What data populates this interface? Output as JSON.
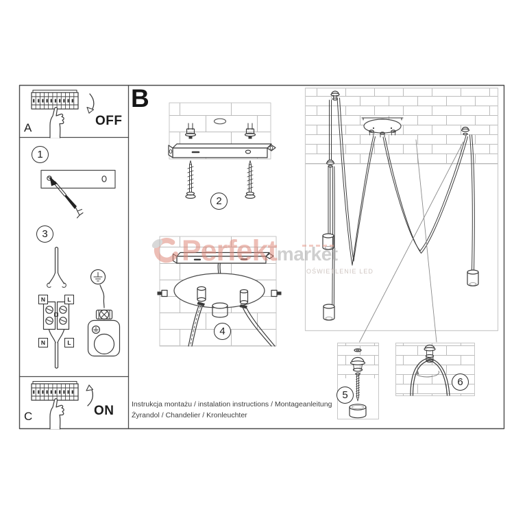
{
  "panel_a": {
    "label": "A",
    "state": "OFF"
  },
  "panel_c": {
    "label": "C",
    "state": "ON"
  },
  "section_label": "B",
  "steps": [
    {
      "number": "1"
    },
    {
      "number": "2"
    },
    {
      "number": "3"
    },
    {
      "number": "4"
    },
    {
      "number": "5"
    },
    {
      "number": "6"
    }
  ],
  "wiring": {
    "top_left": "N",
    "top_right": "L",
    "bottom_left": "N",
    "bottom_right": "L"
  },
  "watermark": {
    "brand_primary": "Perfekt",
    "brand_secondary": "market",
    "tagline": "OŚWIETLENIE LED",
    "color_primary": "#e08a7c",
    "color_secondary": "#a8a8a8"
  },
  "footer": {
    "line1": "Instrukcja montażu / instalation instructions / Montageanleitung",
    "line2": "Żyrandol / Chandelier / Kronleuchter"
  }
}
